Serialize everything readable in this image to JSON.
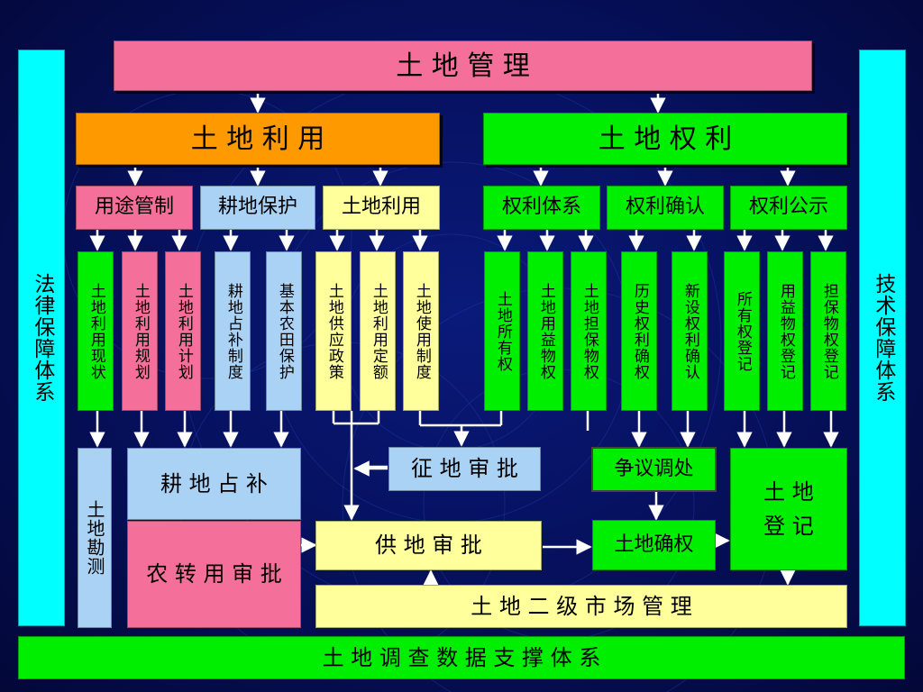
{
  "top": {
    "title": "土 地 管 理"
  },
  "left_side": {
    "label": "法律保障体系"
  },
  "right_side": {
    "label": "技术保障体系"
  },
  "bottom": {
    "label": "土 地 调 查 数 据 支 撑 体 系"
  },
  "use": {
    "title": "土 地 利 用",
    "groups": [
      "用途管制",
      "耕地保护",
      "土地利用"
    ],
    "columns": [
      "土地利用现状",
      "土地利用规划",
      "土地利用计划",
      "耕地占补制度",
      "基本农田保护",
      "土地供应政策",
      "土地利用定额",
      "土地使用制度"
    ]
  },
  "rights": {
    "title": "土 地 权 利",
    "groups": [
      "权利体系",
      "权利确认",
      "权利公示"
    ],
    "columns": [
      "土地所有权",
      "土地用益物权",
      "土地担保物权",
      "历史权利确权",
      "新设权利确认",
      "所有权登记",
      "用益物权登记",
      "担保物权登记"
    ]
  },
  "lower": {
    "survey": "土地勘测",
    "farmland_balance": "耕 地 占 补",
    "conversion": "农 转 用 审 批",
    "expropriation": "征 地 审 批",
    "supply": "供 地 审 批",
    "dispute": "争议调处",
    "confirm": "土地确权",
    "registration": "土 地\n登 记",
    "secondary_market": "土 地 二 级 市 场 管 理"
  },
  "colors": {
    "pink": "#f4709a",
    "orange": "#ff9900",
    "green": "#00ee00",
    "light_blue": "#a9d2f5",
    "light_yellow": "#ffff9c",
    "cyan": "#00ffff",
    "background": "#061160"
  }
}
